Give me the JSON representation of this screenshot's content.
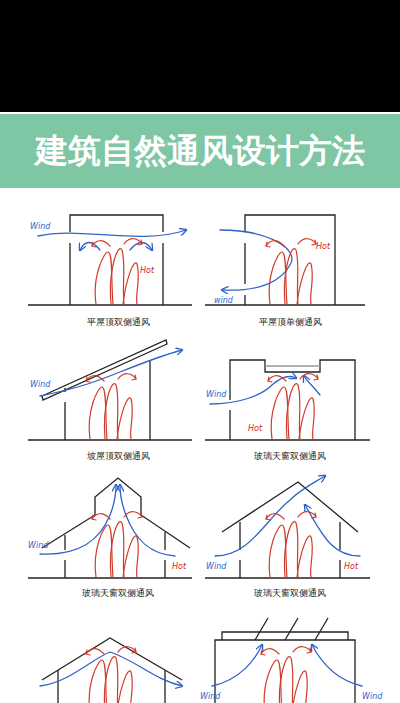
{
  "diagram": {
    "title": "建筑自然通风设计方法",
    "labels": [
      "Wind",
      "Hot",
      "平屋顶双侧通风",
      "Hot",
      "wind",
      "平屋顶单侧通风",
      "Wind",
      "坡屋顶双侧通风",
      "Wind",
      "Hot",
      "玻璃天窗双侧通风",
      "Wind",
      "Hot",
      "玻璃天窗双侧通风",
      "Wind",
      "Hot",
      "玻璃天窗双侧通风",
      "Wind",
      "Wind"
    ]
  }
}
